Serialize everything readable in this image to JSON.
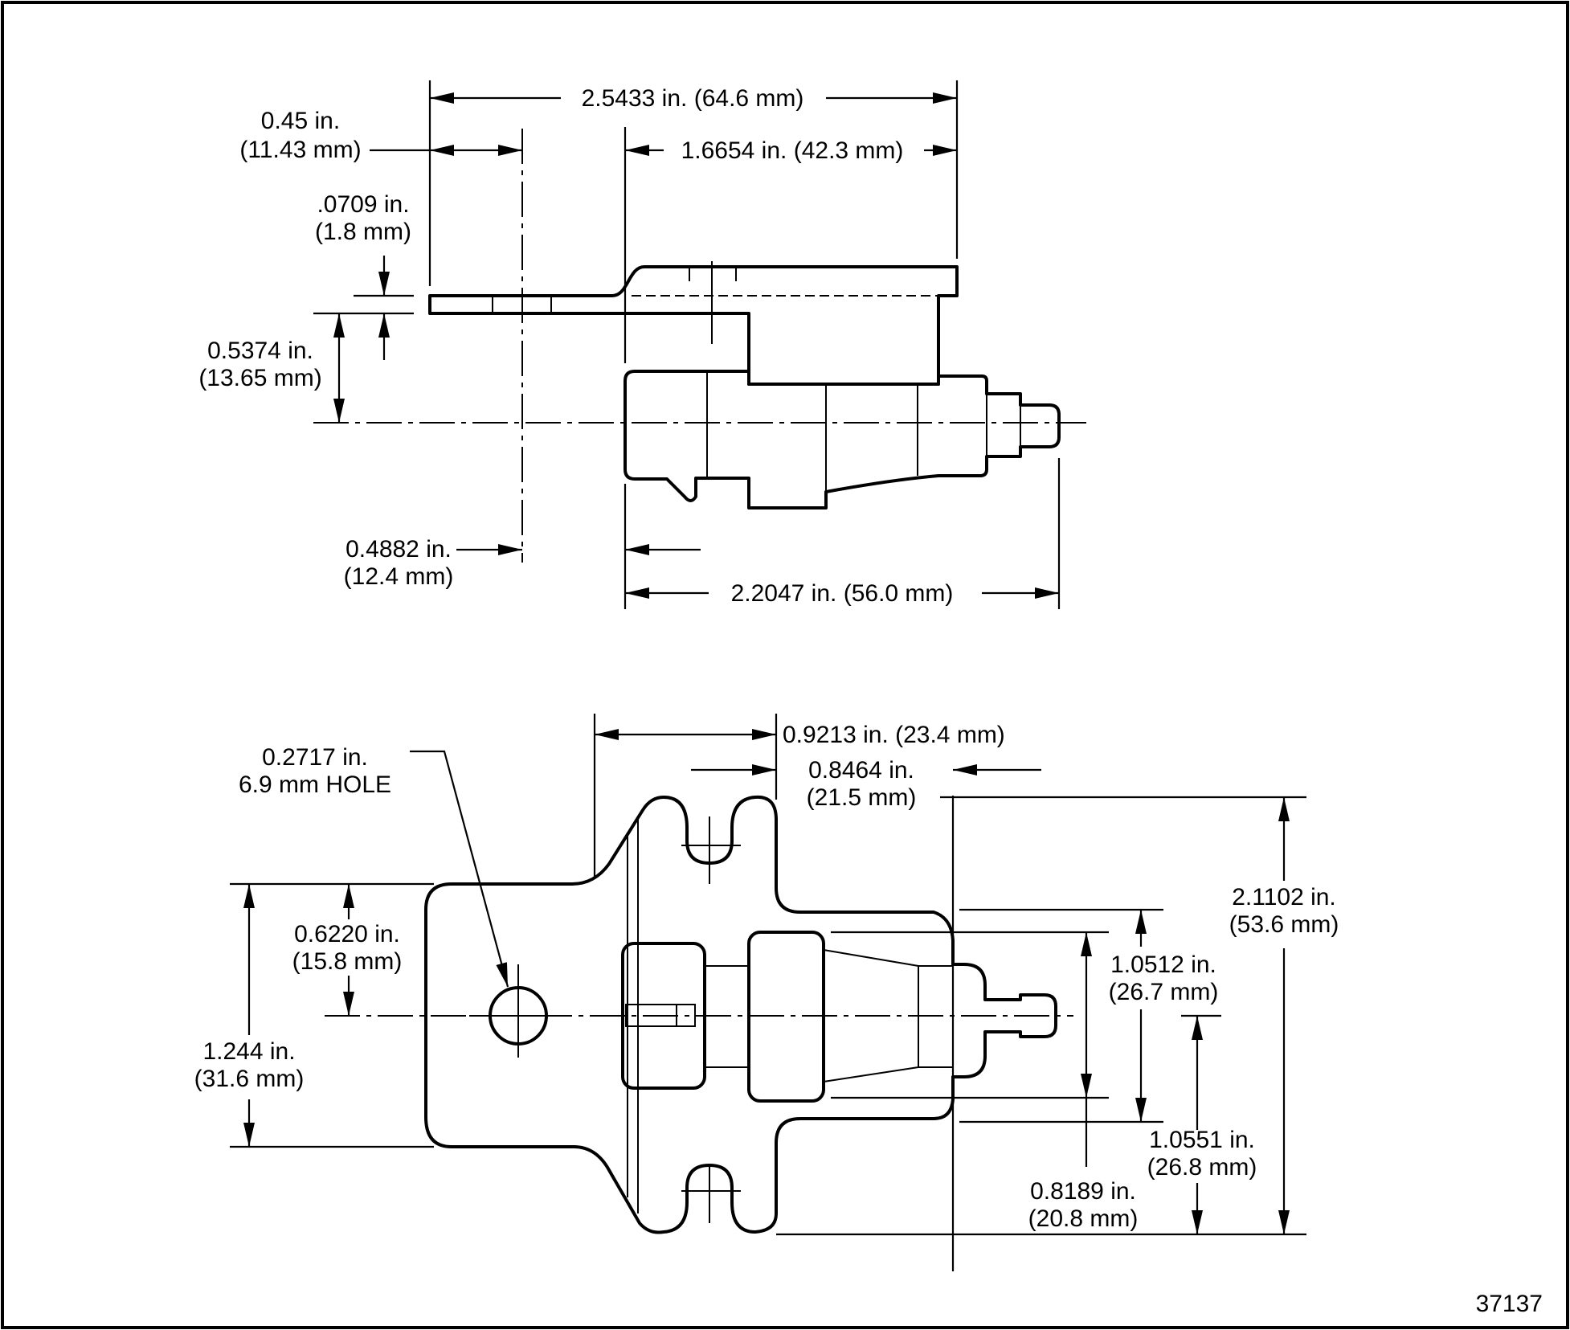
{
  "figure_number": "37137",
  "side_view": {
    "dim_overall_length": "2.5433 in. (64.6 mm)",
    "dim_mount_offset": "1.6654 in. (42.3 mm)",
    "dim_flange_in": "0.45 in.",
    "dim_flange_mm": "(11.43 mm)",
    "dim_thickness_in": ".0709 in.",
    "dim_thickness_mm": "(1.8 mm)",
    "dim_height_in": "0.5374 in.",
    "dim_height_mm": "(13.65 mm)",
    "dim_slot_in": "0.4882 in.",
    "dim_slot_mm": "(12.4 mm)",
    "dim_body_length": "2.2047 in. (56.0 mm)"
  },
  "top_view": {
    "dim_tab_width": "0.9213 in. (23.4 mm)",
    "dim_hole_in": "0.2717 in.",
    "dim_hole_mm": "6.9 mm HOLE",
    "dim_shoulder_in": "0.8464 in.",
    "dim_shoulder_mm": "(21.5 mm)",
    "dim_overall_width_in": "2.1102 in.",
    "dim_overall_width_mm": "(53.6 mm)",
    "dim_hole_offset_in": "0.6220 in.",
    "dim_hole_offset_mm": "(15.8 mm)",
    "dim_plate_width_in": "1.244 in.",
    "dim_plate_width_mm": "(31.6 mm)",
    "dim_body_width_in": "1.0512 in.",
    "dim_body_width_mm": "(26.7 mm)",
    "dim_center_offset_in": "1.0551 in.",
    "dim_center_offset_mm": "(26.8 mm)",
    "dim_body_height_in": "0.8189 in.",
    "dim_body_height_mm": "(20.8 mm)"
  }
}
